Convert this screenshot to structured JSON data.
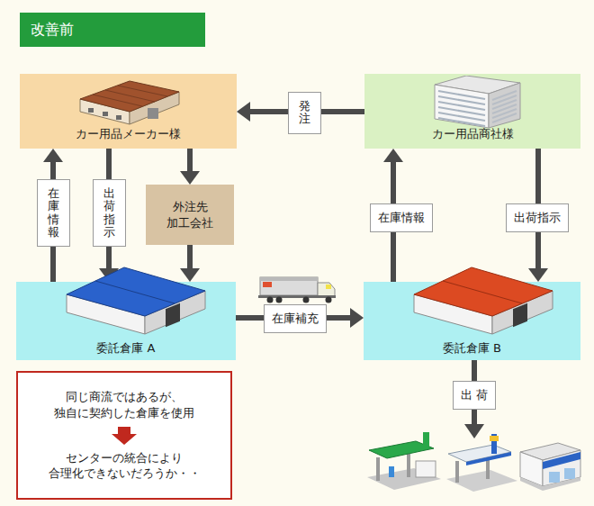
{
  "diagram": {
    "title": "改善前",
    "nodes": [
      {
        "text": [
          "カー用品メーカー様"
        ]
      },
      {
        "text": [
          "カー用品商社様"
        ]
      },
      {
        "text": [
          "外注先 加工会社"
        ]
      },
      {
        "text": [
          "委託倉庫 A"
        ]
      },
      {
        "text": [
          "委託倉庫 B"
        ]
      },
      {
        "text": [
          "同じ商流ではあるが、 独自に契約した倉庫を使用",
          "センターの統合により 合理化できないだろうか・・"
        ]
      }
    ],
    "edges": [
      {
        "from": 1,
        "to": 0,
        "label": "発注",
        "arrow": "to"
      },
      {
        "from": 3,
        "to": 0,
        "label": "在庫情報",
        "arrow": "to"
      },
      {
        "from": 0,
        "to": 3,
        "label": "出荷指示",
        "arrow": "to"
      },
      {
        "from": 0,
        "to": 2,
        "arrow": "to"
      },
      {
        "from": 2,
        "to": 3,
        "arrow": "to"
      },
      {
        "from": 3,
        "to": 4,
        "label": "在庫補充",
        "arrow": "to"
      },
      {
        "from": 4,
        "to": 1,
        "label": "在庫情報",
        "arrow": "to"
      },
      {
        "from": 1,
        "to": 4,
        "label": "出荷指示",
        "arrow": "to"
      }
    ],
    "labels": [
      "出 荷"
    ]
  }
}
